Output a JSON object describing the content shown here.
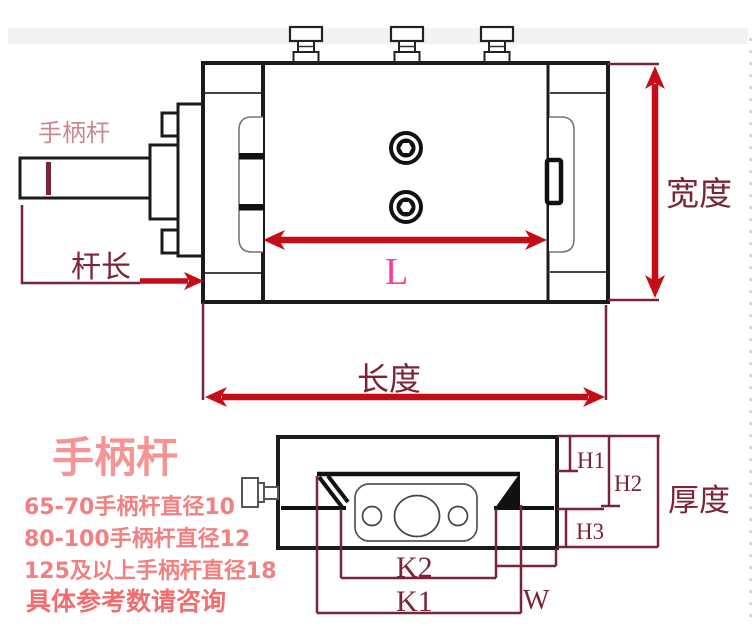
{
  "top_view": {
    "handle_rod_label": "手柄杆",
    "rod_length_label": "杆长",
    "l_label": "L",
    "width_label": "宽度",
    "length_label": "长度"
  },
  "side_view": {
    "h1_label": "H1",
    "h2_label": "H2",
    "h3_label": "H3",
    "thickness_label": "厚度",
    "k2_label": "K2",
    "k1_label": "K1",
    "w_label": "W"
  },
  "notes": {
    "heading": "手柄杆",
    "spec_65_70": "65-70手柄杆直径10",
    "spec_80_100": "80-100手柄杆直径12",
    "spec_125_plus": "125及以上手柄杆直径18",
    "consult": "具体参考数请咨询"
  },
  "colors": {
    "dimension_maroon": "#7b2338",
    "arrow_red": "#c60d17",
    "l_label_pink": "#ff3d8f",
    "handle_label_rose": "#c9898f",
    "notes_salmon": "#f28080",
    "notes_heading_pink": "#f59595",
    "notes_consult_red": "#ef6f6f",
    "drawing_black": "#1b1b1b"
  }
}
